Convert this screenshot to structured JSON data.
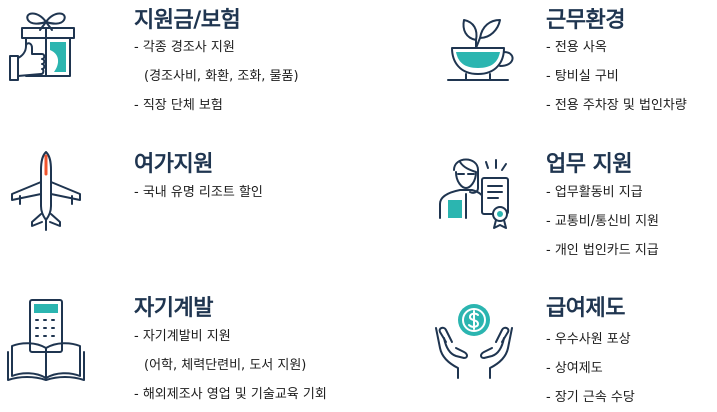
{
  "colors": {
    "navy": "#1f3550",
    "teal": "#2bb5b0",
    "orange": "#f0542e",
    "text": "#1c1c1c"
  },
  "benefits": [
    {
      "icon": "gift-thumbs-up-icon",
      "title": "지원금/보험",
      "lines": [
        "- 각종 경조사 지원",
        "(경조사비, 화환, 조화, 물품)",
        "- 직장 단체 보험"
      ]
    },
    {
      "icon": "airplane-icon",
      "title": "여가지원",
      "lines": [
        "- 국내 유명 리조트 할인"
      ]
    },
    {
      "icon": "book-calculator-icon",
      "title": "자기계발",
      "lines": [
        "- 자기계발비 지원",
        "(어학, 체력단련비, 도서 지원)",
        "- 해외제조사 영업 및 기술교육 기회"
      ]
    },
    {
      "icon": "teacup-icon",
      "title": "근무환경",
      "lines": [
        "- 전용 사옥",
        "- 탕비실 구비",
        "- 전용 주차장 및 법인차량"
      ]
    },
    {
      "icon": "person-certificate-icon",
      "title": "업무 지원",
      "lines": [
        "- 업무활동비 지급",
        "- 교통비/통신비 지원",
        "- 개인 법인카드 지급"
      ]
    },
    {
      "icon": "hands-coin-icon",
      "title": "급여제도",
      "lines": [
        "- 우수사원 포상",
        "- 상여제도",
        "- 장기 근속 수당"
      ]
    }
  ]
}
